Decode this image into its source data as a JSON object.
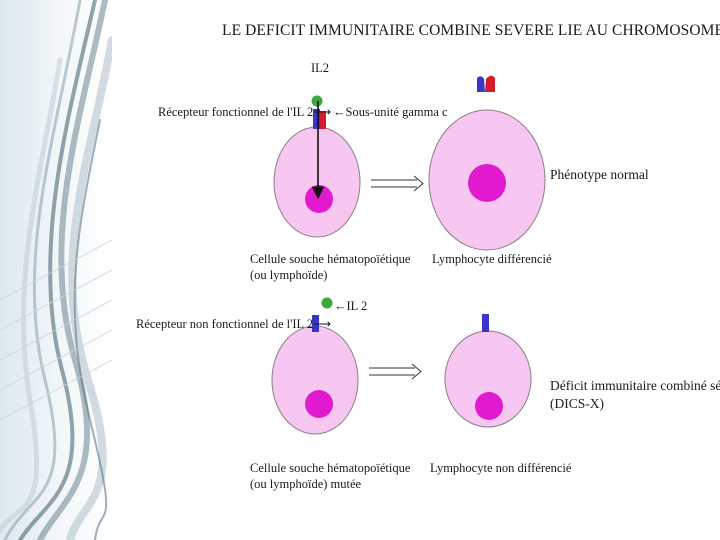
{
  "title": "LE DEFICIT IMMUNITAIRE COMBINE SEVERE LIE AU CHROMOSOME X",
  "top_panel": {
    "il2_label": "IL2",
    "receptor_label": "Récepteur fonctionnel de l'IL 2⟶",
    "gamma_label": "←Sous-unité gamma c",
    "stem_cell_line1": "Cellule souche hématopoïétique",
    "stem_cell_line2": "(ou lymphoïde)",
    "lymphocyte_label": "Lymphocyte différencié",
    "phenotype_label": "Phénotype normal"
  },
  "bottom_panel": {
    "il2_label": "←IL 2",
    "receptor_label": "Récepteur non fonctionnel de l'IL 2⟶",
    "stem_cell_line1": "Cellule souche hématopoïétique",
    "stem_cell_line2": "(ou lymphoïde) mutée",
    "lymphocyte_label": "Lymphocyte non différencié",
    "deficit_line1": "Déficit immunitaire combiné sévère",
    "deficit_line2": "(DICS-X)"
  },
  "colors": {
    "cell_fill": "#f7c6f1",
    "cell_stroke": "#8a7d8a",
    "nucleus": "#e11ad0",
    "il2_green": "#3aa83a",
    "receptor_blue": "#3a36c8",
    "gamma_red": "#d11d2d"
  }
}
